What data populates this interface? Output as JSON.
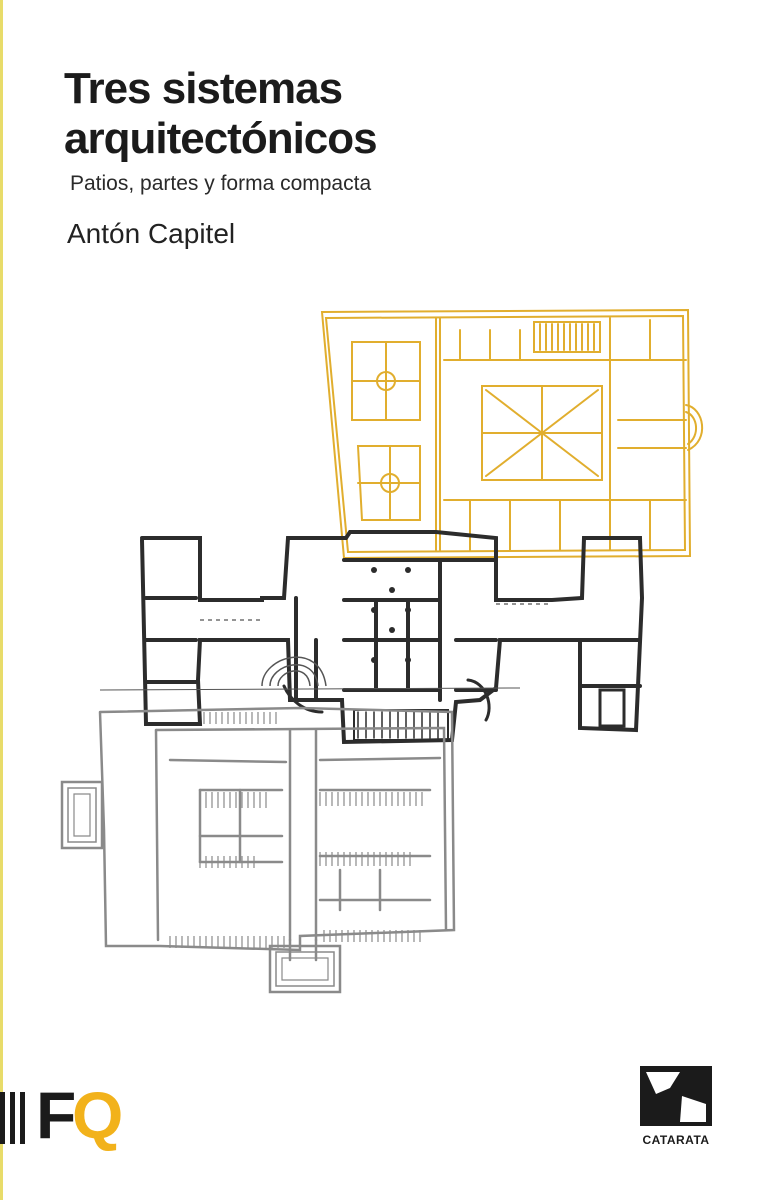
{
  "cover": {
    "title_line1": "Tres sistemas",
    "title_line2": "arquitectónicos",
    "subtitle": "Patios, partes y forma compacta",
    "author": "Antón Capitel"
  },
  "series": {
    "logo_letters": "IFQ",
    "accent_color": "#f2b21b"
  },
  "publisher": {
    "name": "CATARATA",
    "logo_icon": "catarata-logo"
  },
  "colors": {
    "ink": "#1b1b1b",
    "ochre_sketch": "#e1ae2e",
    "grey_sketch": "#8a8a8a",
    "dark_sketch": "#2c2c2c"
  }
}
